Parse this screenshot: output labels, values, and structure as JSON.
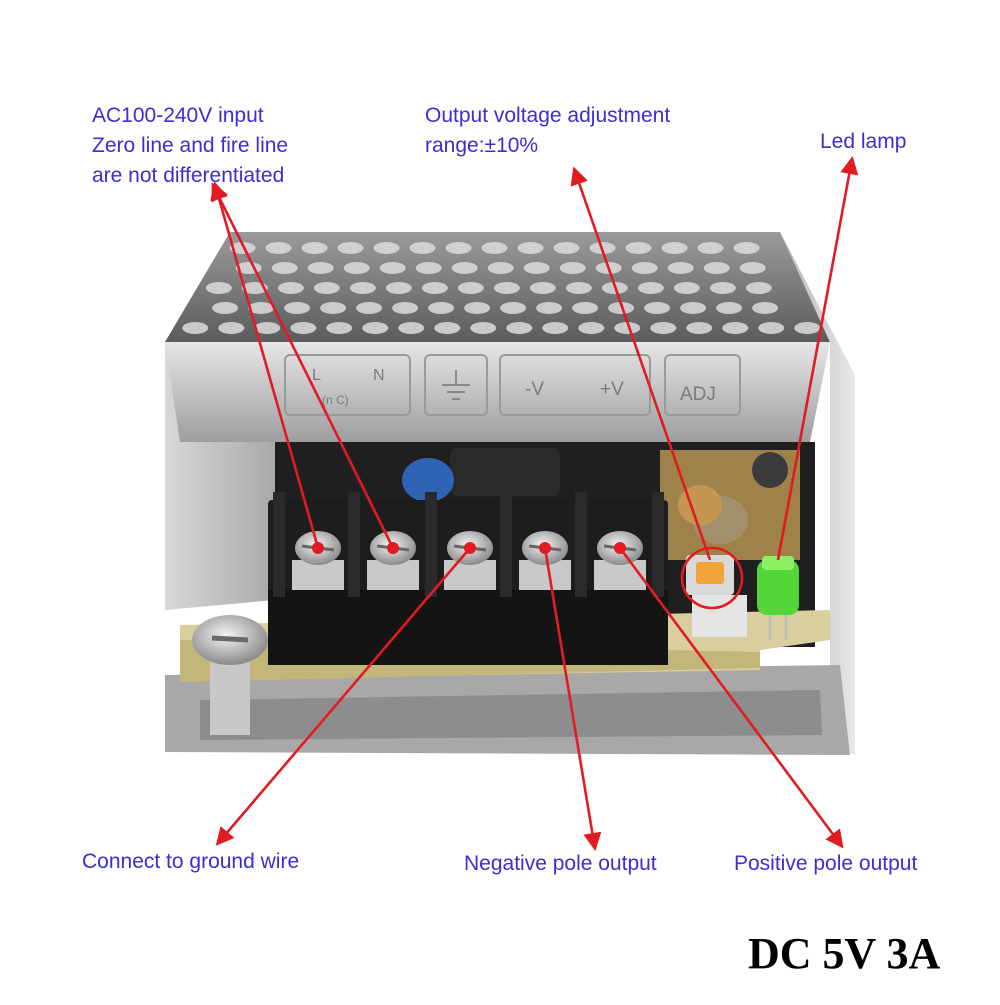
{
  "callouts": {
    "ac_input": [
      "AC100-240V input",
      "Zero line and fire line",
      "are not differentiated"
    ],
    "voltage_adjust": [
      "Output voltage adjustment",
      "range:±10%"
    ],
    "led": [
      "Led lamp"
    ],
    "ground": [
      "Connect to ground wire"
    ],
    "negative": [
      "Negative pole output"
    ],
    "positive": [
      "Positive pole output"
    ]
  },
  "title": "DC 5V 3A",
  "case_labels": {
    "line": "L",
    "neutral": "N",
    "nc": "(n C)",
    "neg_v": "-V",
    "pos_v": "+V",
    "adj": "ADJ"
  },
  "colors": {
    "callout_text": "#3a2fd0",
    "arrow": "#e11b22",
    "terminal_block": "#1d1d1d",
    "case_metal": "#c9c9c9",
    "led": "#52d638"
  },
  "icons": [
    "ground-symbol-icon",
    "arrow-icon"
  ]
}
